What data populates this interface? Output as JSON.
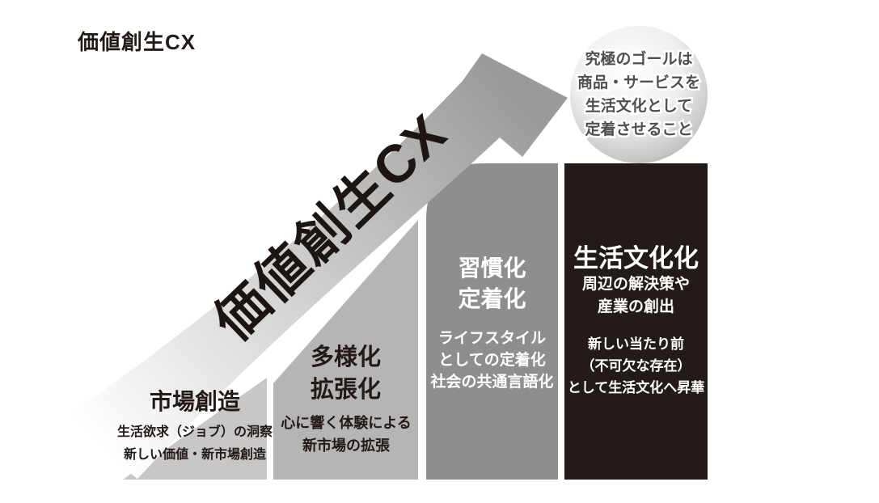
{
  "header": {
    "title": "価値創生CX"
  },
  "arrow": {
    "label": "価値創生CX"
  },
  "goal": {
    "lines": [
      "究極のゴールは",
      "商品・サービスを",
      "生活文化として",
      "定着させること"
    ]
  },
  "stages": [
    {
      "heading_lines": [
        "市場創造"
      ],
      "desc_lines": [
        "生活欲求（ジョブ）の洞察",
        "新しい価値・新市場創造"
      ]
    },
    {
      "heading_lines": [
        "多様化",
        "拡張化"
      ],
      "desc_lines": [
        "心に響く体験による",
        "新市場の拡張"
      ]
    },
    {
      "heading_lines": [
        "習慣化",
        "定着化"
      ],
      "desc_lines": [
        "ライフスタイル",
        "としての定着化",
        "社会の共通言語化"
      ]
    },
    {
      "heading_lines": [
        "生活文化化"
      ],
      "desc_lines": [
        "周辺の解決策や",
        "産業の創出"
      ],
      "desc_lines2": [
        "新しい当たり前",
        "（不可欠な存在）",
        "として生活文化へ昇華"
      ]
    }
  ],
  "colors": {
    "stage1_bg": "#c7c7c7",
    "stage2_bg": "#b5b5b5",
    "stage3_bg": "#8e8e8e",
    "stage4_bg": "#221b17",
    "arrow_gray": "#9a9a9a",
    "dark_text": "#231916",
    "light_text": "#ffffff",
    "sphere_text": "#4f4f4f"
  }
}
